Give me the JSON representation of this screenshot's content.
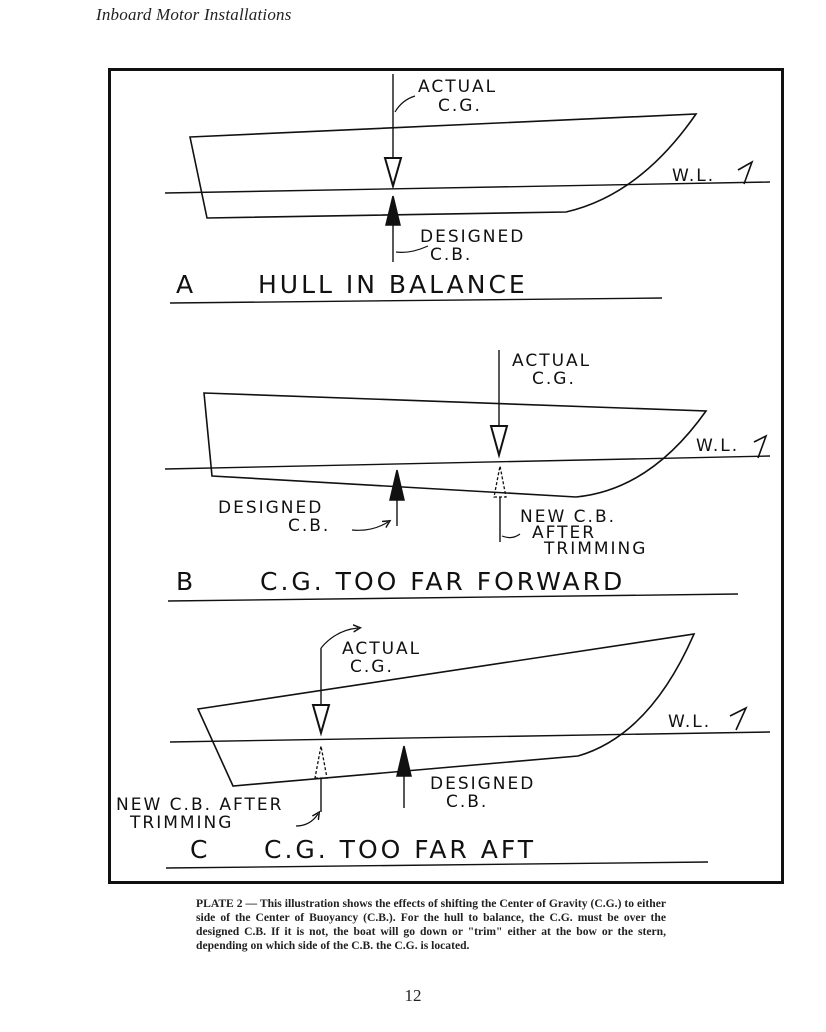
{
  "header": {
    "running_title": "Inboard Motor Installations"
  },
  "diagram": {
    "panel_a": {
      "letter": "A",
      "title": "HULL IN BALANCE",
      "cg_label_1": "ACTUAL",
      "cg_label_2": "C.G.",
      "cb_label_1": "DESIGNED",
      "cb_label_2": "C.B.",
      "waterline_label": "W.L."
    },
    "panel_b": {
      "letter": "B",
      "title": "C.G. TOO FAR FORWARD",
      "cg_label_1": "ACTUAL",
      "cg_label_2": "C.G.",
      "designed_cb_label_1": "DESIGNED",
      "designed_cb_label_2": "C.B.",
      "new_cb_label_1": "NEW C.B.",
      "new_cb_label_2": "AFTER",
      "new_cb_label_3": "TRIMMING",
      "waterline_label": "W.L."
    },
    "panel_c": {
      "letter": "C",
      "title": "C.G. TOO FAR AFT",
      "cg_label_1": "ACTUAL",
      "cg_label_2": "C.G.",
      "designed_cb_label_1": "DESIGNED",
      "designed_cb_label_2": "C.B.",
      "new_cb_label_1": "NEW C.B. AFTER",
      "new_cb_label_2": "TRIMMING",
      "waterline_label": "W.L."
    }
  },
  "caption": "PLATE 2 — This illustration shows the effects of shifting the Center of Gravity (C.G.) to either side of the Center of Buoyancy (C.B.). For the hull to balance, the C.G. must be over the designed C.B. If it is not, the boat will go down or \"trim\" either at the bow or the stern, depending on which side of the C.B. the C.G. is located.",
  "page_number": "12"
}
